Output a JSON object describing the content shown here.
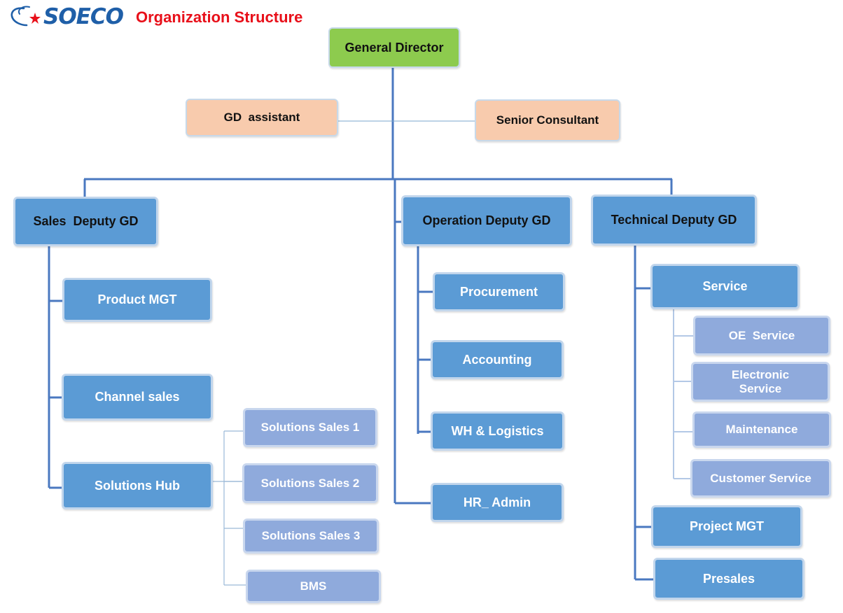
{
  "header": {
    "logo_text": "SOECO",
    "title": "Organization Structure"
  },
  "colors": {
    "title": "#e8101a",
    "logo": "#1f5fa8",
    "general_director_fill": "#8dcb4e",
    "staff_fill": "#f8cbad",
    "department_fill": "#5b9bd5",
    "sub_unit_fill": "#8faadc",
    "connector": "#4a78c0"
  },
  "icons": {
    "logo": "soeco-swoosh-star-icon"
  },
  "org": {
    "general_director": "General Director",
    "gd_assistant": "GD  assistant",
    "senior_consultant": "Senior Consultant",
    "sales": {
      "head": "Sales  Deputy GD",
      "product_mgt": "Product MGT",
      "channel_sales": "Channel sales",
      "solutions_hub": "Solutions Hub",
      "solutions_sales_1": "Solutions Sales 1",
      "solutions_sales_2": "Solutions Sales 2",
      "solutions_sales_3": "Solutions Sales 3",
      "bms": "BMS"
    },
    "operation": {
      "head": "Operation Deputy GD",
      "procurement": "Procurement",
      "accounting": "Accounting",
      "wh_logistics": "WH & Logistics",
      "hr_admin": "HR_ Admin"
    },
    "technical": {
      "head": "Technical Deputy GD",
      "service": "Service",
      "oe_service": "OE  Service",
      "electronic_service": "Electronic Service",
      "maintenance": "Maintenance",
      "customer_service": "Customer Service",
      "project_mgt": "Project MGT",
      "presales": "Presales"
    }
  }
}
